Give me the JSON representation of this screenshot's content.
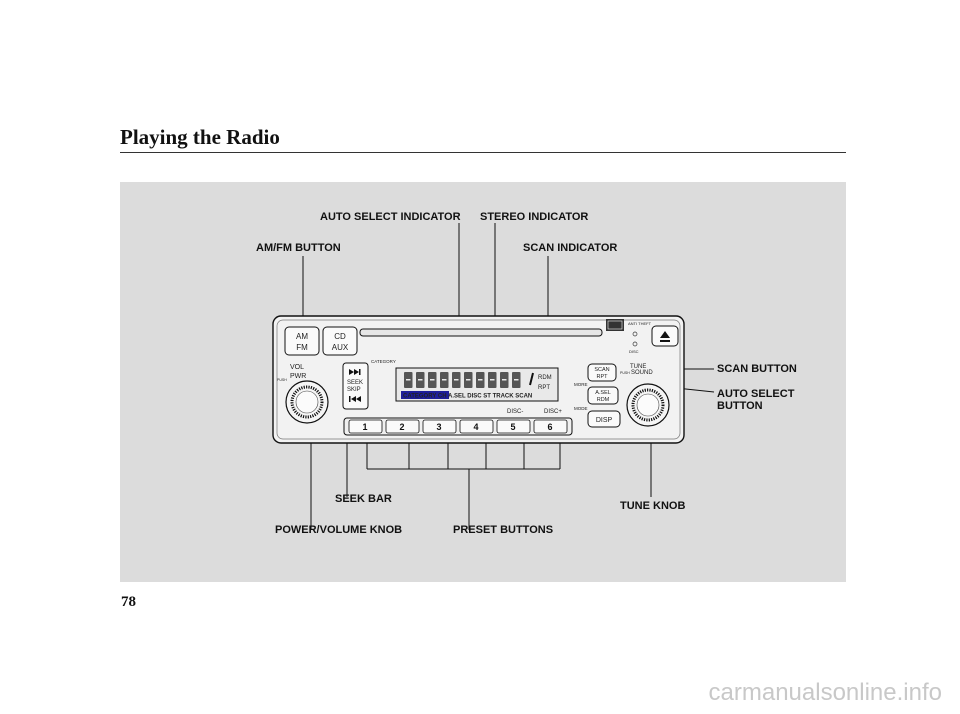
{
  "page": {
    "title": "Playing the Radio",
    "page_number": "78",
    "watermark": "carmanualsonline.info"
  },
  "callouts": {
    "auto_select_indicator": "AUTO SELECT INDICATOR",
    "stereo_indicator": "STEREO INDICATOR",
    "am_fm_button": "AM/FM BUTTON",
    "scan_indicator": "SCAN INDICATOR",
    "scan_button": "SCAN BUTTON",
    "auto_select_button_line1": "AUTO SELECT",
    "auto_select_button_line2": "BUTTON",
    "seek_bar": "SEEK BAR",
    "tune_knob": "TUNE KNOB",
    "power_volume_knob": "POWER/VOLUME KNOB",
    "preset_buttons": "PRESET BUTTONS"
  },
  "radio": {
    "am": "AM",
    "fm": "FM",
    "cd": "CD",
    "aux": "AUX",
    "vol": "VOL",
    "pwr": "PWR",
    "push": "PUSH",
    "category": "CATEGORY",
    "seek": "SEEK",
    "skip": "SKIP",
    "display_indicators": "CATEGORY CH  A.SEL  DISC  ST  TRACK  SCAN",
    "rdm": "RDM",
    "rpt": "RPT",
    "scan": "SCAN",
    "tune": "TUNE",
    "sound": "SOUND",
    "more": "MORE",
    "asel": "A.SEL",
    "mode": "MODE",
    "disp": "DISP",
    "disc_minus": "DISC-",
    "disc_plus": "DISC+",
    "anti_theft": "ANTI THEFT",
    "disc": "DISC",
    "presets": [
      "1",
      "2",
      "3",
      "4",
      "5",
      "6"
    ]
  },
  "colors": {
    "figure_background": "#dcdcdc",
    "display_highlight": "#1e1e9a",
    "segment_grey": "#555555"
  },
  "icons": {
    "eject": "eject-icon",
    "seek_up": "skip-forward-icon",
    "seek_down": "skip-back-icon",
    "cd_logo": "compact-disc-logo"
  }
}
